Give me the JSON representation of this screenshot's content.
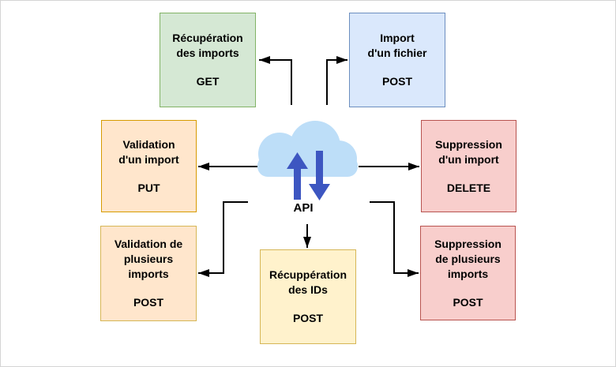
{
  "diagram": {
    "center": {
      "label": "API"
    },
    "nodes": [
      {
        "id": "get-imports",
        "title": "Récupération\ndes imports",
        "method": "GET",
        "fill": "#d5e8d4",
        "stroke": "#82b366"
      },
      {
        "id": "import-file",
        "title": "Import\nd'un fichier",
        "method": "POST",
        "fill": "#dae8fc",
        "stroke": "#6c8ebf"
      },
      {
        "id": "validate-import",
        "title": "Validation\nd'un import",
        "method": "PUT",
        "fill": "#ffe6cc",
        "stroke": "#d79b00"
      },
      {
        "id": "delete-import",
        "title": "Suppression\nd'un import",
        "method": "DELETE",
        "fill": "#f8cecc",
        "stroke": "#b85450"
      },
      {
        "id": "validate-multiple",
        "title": "Validation de\nplusieurs\nimports",
        "method": "POST",
        "fill": "#ffe6cc",
        "stroke": "#d6b656"
      },
      {
        "id": "delete-multiple",
        "title": "Suppression\nde plusieurs\nimports",
        "method": "POST",
        "fill": "#f8cecc",
        "stroke": "#b85450"
      },
      {
        "id": "get-ids",
        "title": "Récuppération\ndes IDs",
        "method": "POST",
        "fill": "#fff2cc",
        "stroke": "#d6b656"
      }
    ],
    "colors": {
      "cloud": "#bddef8",
      "cloud_arrows": "#3d56c1",
      "connector": "#000000"
    }
  }
}
